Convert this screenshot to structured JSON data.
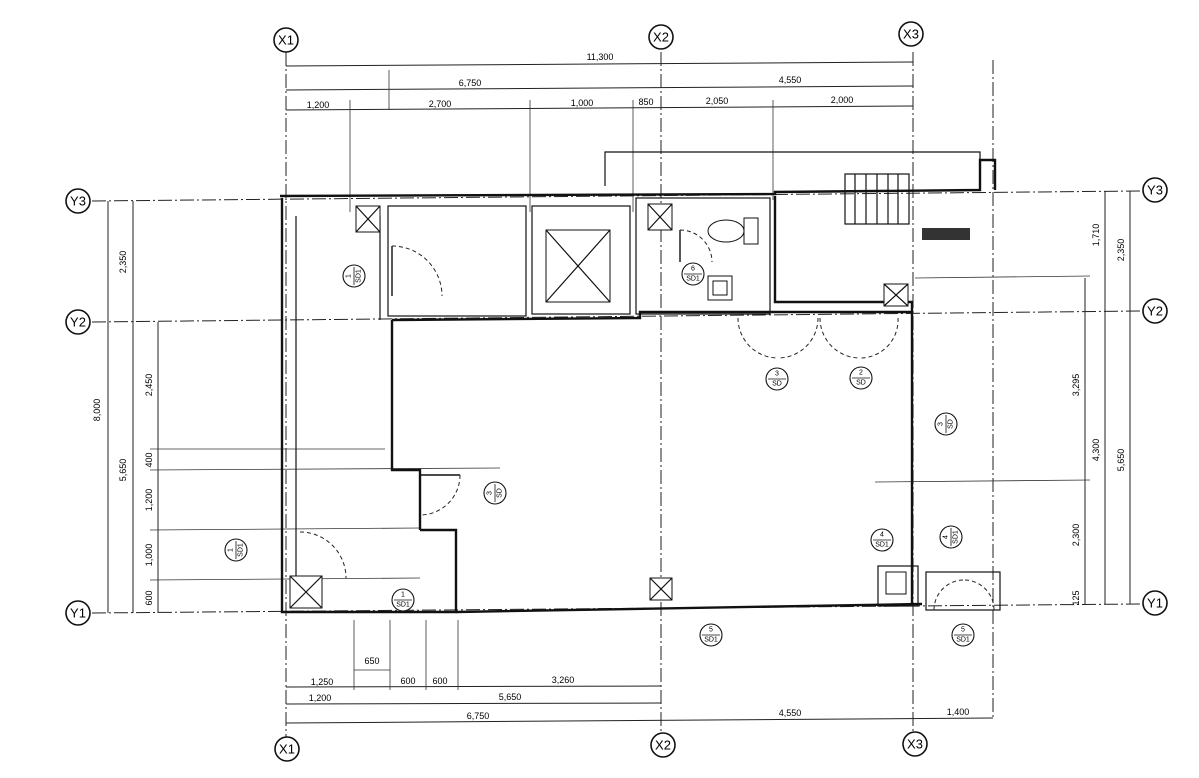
{
  "grid": {
    "x_axes": [
      "X1",
      "X2",
      "X3"
    ],
    "y_axes": [
      "Y1",
      "Y2",
      "Y3"
    ]
  },
  "dimensions": {
    "top_total": "11,300",
    "top_left": "6,750",
    "top_right": "4,550",
    "top_segments": [
      "1,200",
      "2,700",
      "1,000",
      "850",
      "2,050",
      "2,000"
    ],
    "bottom_row1": [
      "1,250",
      "650",
      "600",
      "600",
      "3,260"
    ],
    "bottom_row2": [
      "1,200",
      "5,650"
    ],
    "bottom_row3": [
      "6,750",
      "4,550",
      "1,400"
    ],
    "left_outer": "8,000",
    "left_upper": "2,350",
    "left_lower": "5,650",
    "left_segments": [
      "2,450",
      "400",
      "1,200",
      "1,000",
      "600"
    ],
    "right_upper": "2,350",
    "right_upper_seg": "1,710",
    "right_lower": "5,650",
    "right_segments": [
      "3,295",
      "4,300",
      "2,300",
      "125"
    ]
  },
  "door_tags": [
    {
      "num": "1",
      "ref": "SD1"
    },
    {
      "num": "6",
      "ref": "SD1"
    },
    {
      "num": "3",
      "ref": "SD"
    },
    {
      "num": "2",
      "ref": "SD"
    },
    {
      "num": "3",
      "ref": "SD"
    },
    {
      "num": "3",
      "ref": "SD"
    },
    {
      "num": "1",
      "ref": "SD1"
    },
    {
      "num": "4",
      "ref": "SD1"
    },
    {
      "num": "4",
      "ref": "SD1"
    },
    {
      "num": "1",
      "ref": "SD1"
    },
    {
      "num": "5",
      "ref": "SD1"
    },
    {
      "num": "5",
      "ref": "SD1"
    }
  ],
  "dim_small": "650"
}
